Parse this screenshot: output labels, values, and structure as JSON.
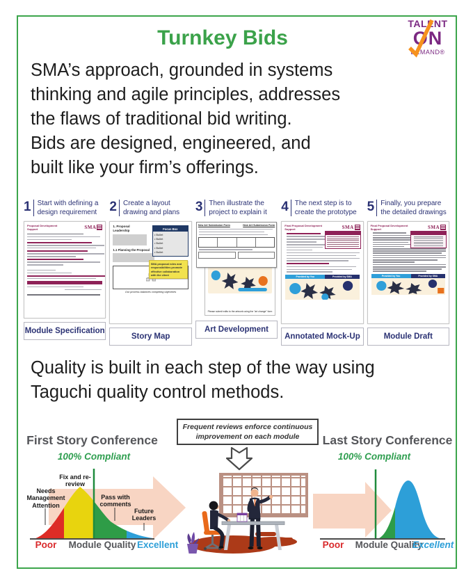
{
  "colors": {
    "frame_green": "#3CA54B",
    "title_green": "#3BA24A",
    "navy": "#2B3274",
    "logo_purple": "#7B2982",
    "check_orange": "#F6921E",
    "doc_maroon": "#8E2157",
    "curve_red": "#DD2C26",
    "curve_yellow": "#E8D40E",
    "curve_green": "#2E9C47",
    "curve_blue": "#2D9FD8",
    "arrow_pink": "#F8D5C3",
    "compliant_green": "#2E9E4F",
    "heading_gray": "#55565A",
    "rug_red": "#AC3A18"
  },
  "title": "Turnkey Bids",
  "logo": {
    "line1": "TALENT",
    "line2": "ON",
    "line3": "DEMAND®"
  },
  "intro_lines": [
    "SMA’s approach, grounded in systems",
    "thinking and agile principles, addresses",
    "the flaws of traditional bid writing.",
    "Bids are designed, engineered, and",
    "built like your firm’s offerings."
  ],
  "quality_lines": [
    "Quality is built in each step of the way using",
    "Taguchi quality control methods."
  ],
  "steps": [
    {
      "number": "1",
      "line1": "Start with defining a",
      "line2": "design requirement",
      "caption": "Module Specification"
    },
    {
      "number": "2",
      "line1": "Create a layout",
      "line2": "drawing and plans",
      "caption": "Story Map"
    },
    {
      "number": "3",
      "line1": "Then illustrate the",
      "line2": "project to explain it",
      "caption": "Art Development"
    },
    {
      "number": "4",
      "line1": "The next step is to",
      "line2": "create the prototype",
      "caption": "Annotated Mock-Up"
    },
    {
      "number": "5",
      "line1": "Finally, you prepare",
      "line2": "the detailed drawings",
      "caption": "Module Draft"
    }
  ],
  "thumbs": {
    "sma": "SMA",
    "spec": {
      "header": "Proposal Development Support"
    },
    "storymap": {
      "h1": "1. Proposal Leadership",
      "focus_title": "Focus Box",
      "bullets": [
        "• Bullet",
        "• Bullet",
        "• Bullet",
        "• Bullet",
        "• Bullet"
      ],
      "h2": "1.1 Planning the Proposal",
      "sticky": "SMA proposal roles and responsibilities promote effective collaboration with the client",
      "footnote": "Our process balances competing objectives"
    },
    "art": {
      "form_title": "New Art Submission Form",
      "footnote": "Please submit edits to the artwork using the \"art change\" form"
    },
    "mockup": {
      "header": "Final Proposal Development Support",
      "band_left": "Provided by You",
      "band_right": "Provided by SMA"
    },
    "draft": {
      "header": "Final Proposal Development Support",
      "band_left": "Provided by You",
      "band_right": "Provided by SMA"
    }
  },
  "diagram": {
    "callout_line1": "Frequent reviews enforce continuous",
    "callout_line2": "improvement on each module",
    "first": {
      "title": "First Story Conference",
      "compliant": "100% Compliant",
      "label_needs": "Needs Management Attention",
      "label_fix": "Fix and re-review",
      "label_pass": "Pass with comments",
      "label_future": "Future Leaders",
      "axis_poor": "Poor",
      "axis_mid": "Module Quality",
      "axis_excellent": "Excellent"
    },
    "last": {
      "title": "Last Story Conference",
      "compliant": "100% Compliant",
      "axis_poor": "Poor",
      "axis_mid": "Module Quality",
      "axis_excellent": "Excellent"
    }
  }
}
